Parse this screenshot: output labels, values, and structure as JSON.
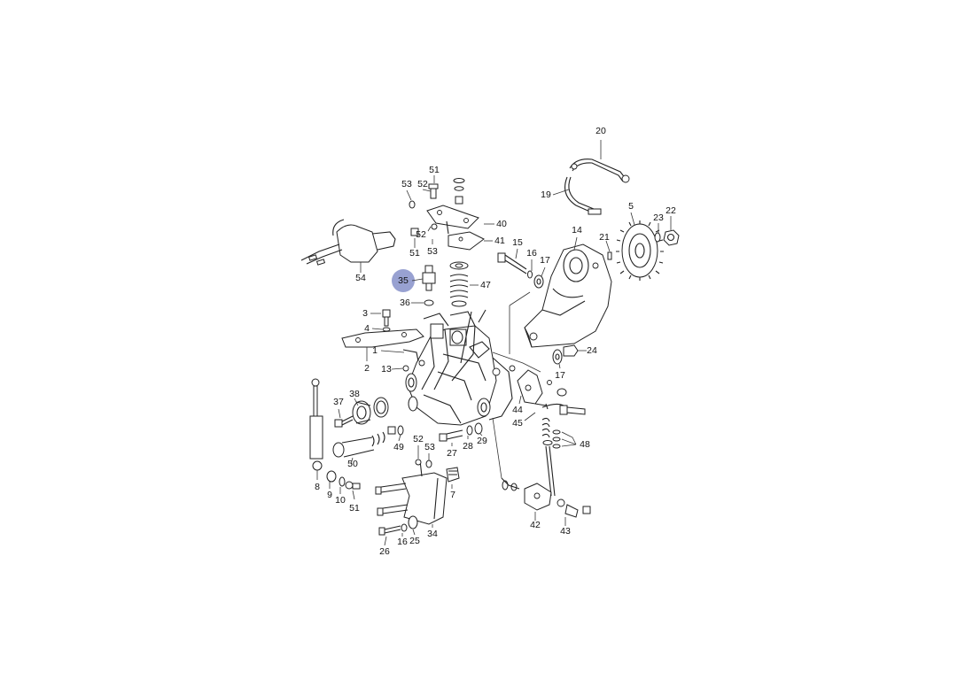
{
  "diagram": {
    "highlight": {
      "label": "35",
      "color": "#8d97cc"
    },
    "labels": [
      "1",
      "2",
      "3",
      "4",
      "5",
      "7",
      "8",
      "9",
      "10",
      "13",
      "14",
      "15",
      "16",
      "16",
      "17",
      "17",
      "19",
      "20",
      "21",
      "22",
      "23",
      "24",
      "25",
      "26",
      "27",
      "28",
      "29",
      "34",
      "35",
      "36",
      "37",
      "38",
      "40",
      "41",
      "42",
      "43",
      "44",
      "45",
      "47",
      "48",
      "49",
      "50",
      "51",
      "51",
      "51",
      "52",
      "52",
      "52",
      "53",
      "53",
      "53",
      "54"
    ]
  }
}
